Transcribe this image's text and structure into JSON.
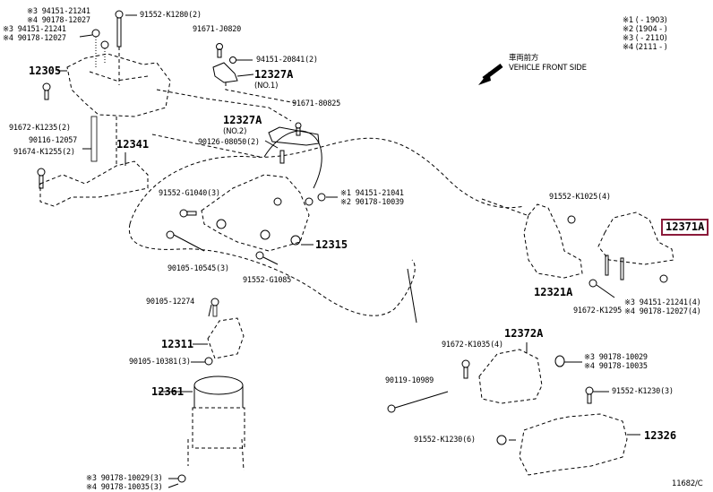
{
  "diagram": {
    "figure_id": "11682/C",
    "direction": {
      "label_jp": "車両前方",
      "label_en": "VEHICLE FRONT SIDE"
    },
    "legend": [
      {
        "mark": "※1",
        "text": "(      - 1903)"
      },
      {
        "mark": "※2",
        "text": "(1904 -      )"
      },
      {
        "mark": "※3",
        "text": "(      - 2110)"
      },
      {
        "mark": "※4",
        "text": "(2111 -      )"
      }
    ],
    "highlight_color": "#8b1a3a",
    "labels": {
      "p_94151_21241_a": "※3 94151-21241",
      "p_90178_12027_a": "※4 90178-12027",
      "p_94151_21241_b": "※3 94151-21241",
      "p_90178_12027_b": "※4 90178-12027",
      "p_91552_K1280": "91552-K1280(2)",
      "p_91671_J0820": "91671-J0820",
      "p_94151_20841": "94151-20841(2)",
      "p_12327A_1": "12327A",
      "p_12327A_1_sub": "(NO.1)",
      "p_12305": "12305",
      "p_91671_80825": "91671-80825",
      "p_12327A_2": "12327A",
      "p_12327A_2_sub": "(NO.2)",
      "p_90126_08050": "90126-08050(2)",
      "p_91672_K1235": "91672-K1235(2)",
      "p_90116_12057": "90116-12057",
      "p_91674_K1255": "91674-K1255(2)",
      "p_12341": "12341",
      "p_91552_G1040": "91552-G1040(3)",
      "p_94151_21041": "※1 94151-21041",
      "p_90178_10039": "※2 90178-10039",
      "p_91552_K1025": "91552-K1025(4)",
      "p_12371A": "12371A",
      "p_12315": "12315",
      "p_90105_10545": "90105-10545(3)",
      "p_91552_G1085": "91552-G1085",
      "p_12321A": "12321A",
      "p_91672_K1295": "91672-K1295",
      "p_94151_21241_c": "※3 94151-21241(4)",
      "p_90178_12027_c": "※4 90178-12027(4)",
      "p_90105_12274": "90105-12274",
      "p_12311": "12311",
      "p_90105_10381": "90105-10381(3)",
      "p_12372A": "12372A",
      "p_91672_K1035": "91672-K1035(4)",
      "p_90178_10029_a": "※3 90178-10029",
      "p_90178_10035_a": "※4 90178-10035",
      "p_90119_10989": "90119-10989",
      "p_91552_K1230_3": "91552-K1230(3)",
      "p_12361": "12361",
      "p_91552_K1230_6": "91552-K1230(6)",
      "p_12326": "12326",
      "p_90178_10029_b": "※3 90178-10029(3)",
      "p_90178_10035_b": "※4 90178-10035(3)"
    }
  }
}
